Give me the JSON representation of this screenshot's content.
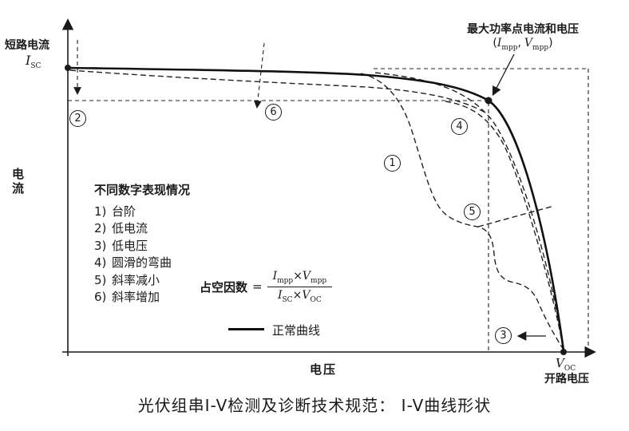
{
  "colors": {
    "ink": "#1a1a1a",
    "bg": "#ffffff"
  },
  "axis": {
    "y_title": "电流",
    "x_title": "电压",
    "short_circuit_label": "短路电流",
    "isc_base": "I",
    "isc_sub": "SC",
    "voc_base": "V",
    "voc_sub": "OC",
    "open_circuit_label": "开路电压"
  },
  "mpp_annotation": {
    "line1": "最大功率点电流和电压",
    "open": "(",
    "i_base": "I",
    "i_sub": "mpp",
    "sep": ",",
    "v_base": "V",
    "v_sub": "mpp",
    "close": ")"
  },
  "cases": {
    "title": "不同数字表现情况",
    "items": [
      {
        "num": "1)",
        "label": "台阶"
      },
      {
        "num": "2)",
        "label": "低电流"
      },
      {
        "num": "3)",
        "label": "低电压"
      },
      {
        "num": "4)",
        "label": "圆滑的弯曲"
      },
      {
        "num": "5)",
        "label": "斜率减小"
      },
      {
        "num": "6)",
        "label": "斜率增加"
      }
    ]
  },
  "formula": {
    "label": "占空因数",
    "equals": "=",
    "numerator": {
      "i": "I",
      "i_sub": "mpp",
      "times": "×",
      "v": "V",
      "v_sub": "mpp"
    },
    "denominator": {
      "i": "I",
      "i_sub": "SC",
      "times": "×",
      "v": "V",
      "v_sub": "OC"
    }
  },
  "legend": {
    "normal_curve": "正常曲线"
  },
  "markers": {
    "c1": "1",
    "c2": "2",
    "c3": "3",
    "c4": "4",
    "c5": "5",
    "c6": "6"
  },
  "caption": "光伏组串I-V检测及诊断技术规范： I-V曲线形状"
}
